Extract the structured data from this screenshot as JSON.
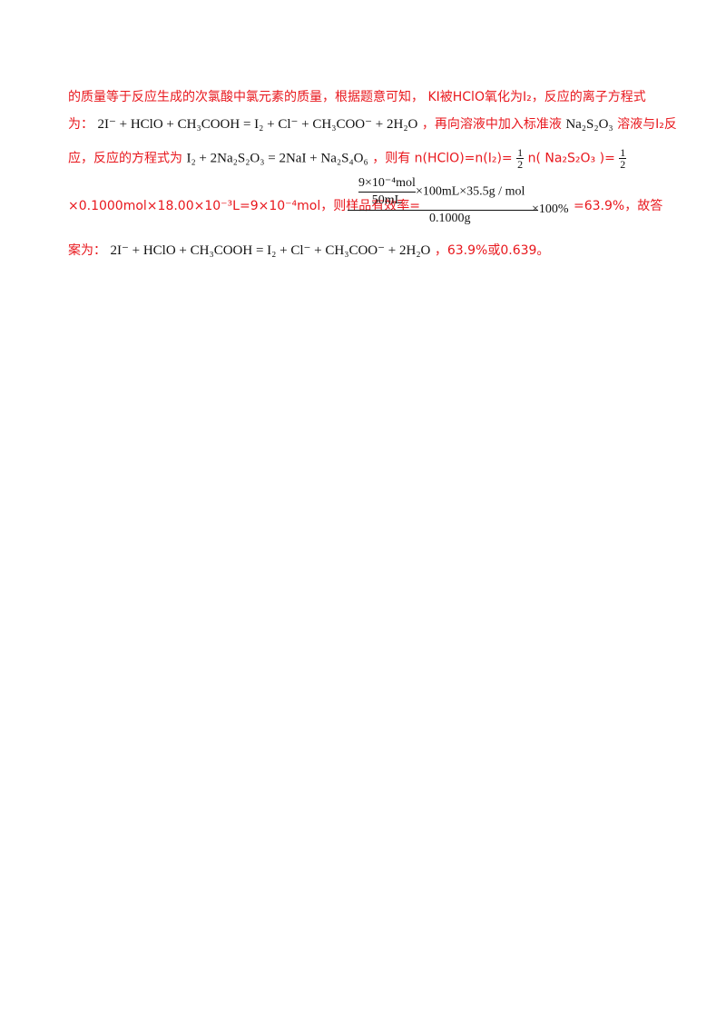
{
  "lines": {
    "l1": "的质量等于反应生成的次氯酸中氯元素的质量，根据题意可知， KI被HClO氧化为I₂，反应的离子方程式",
    "l2_prefix": "为：",
    "l2_eq": "2I⁻ + HClO + CH₃COOH = I₂ + Cl⁻ + CH₃COO⁻ + 2H₂O",
    "l2_suffix": "，再向溶液中加入标准液",
    "l2_reagent": "Na₂S₂O₃",
    "l2_end": "溶液与I₂反",
    "l3_prefix": "应，反应的方程式为",
    "l3_eq": "I₂ + 2Na₂S₂O₃ = 2NaI + Na₂S₄O₆",
    "l3_mid": "，则有 n(HClO)=n(I₂)=",
    "l3_half_num": "1",
    "l3_half_den": "2",
    "l3_n": " n( Na₂S₂O₃ )=",
    "l4_prefix": "×0.1000mol×18.00×10⁻³L=9×10⁻⁴mol，则样品有效率=",
    "l4_suffix": "=63.9%，故答",
    "l5_prefix": "案为：",
    "l5_eq": "2I⁻ + HClO + CH₃COOH = I₂ + Cl⁻ + CH₃COO⁻ + 2H₂O",
    "l5_suffix": "，63.9%或0.639。"
  },
  "fraction": {
    "inner_num": "9×10⁻⁴mol",
    "inner_den": "50mL",
    "rest": "×100mL×35.5g / mol",
    "denominator": "0.1000g",
    "times": "×100%"
  }
}
